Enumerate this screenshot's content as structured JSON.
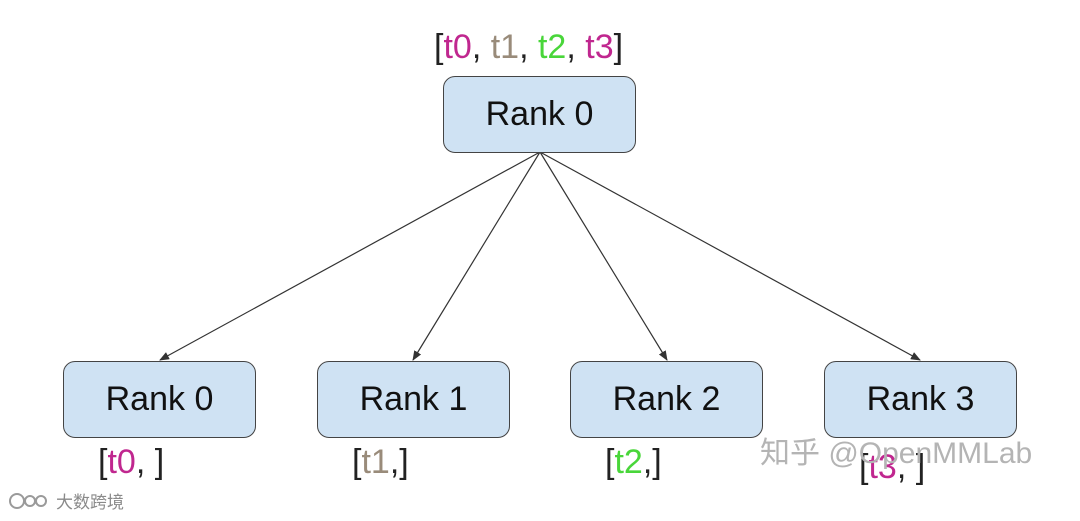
{
  "diagram": {
    "root": {
      "label": "Rank 0",
      "tensors": {
        "open": "[",
        "close": "]",
        "items": [
          {
            "text": "t0",
            "color": "#c0278f"
          },
          {
            "text": "t1",
            "color": "#998b7a"
          },
          {
            "text": "t2",
            "color": "#49d63a"
          },
          {
            "text": "t3",
            "color": "#c0278f"
          }
        ]
      }
    },
    "children": [
      {
        "label": "Rank 0",
        "tensor_text": "t0",
        "tensor_color": "#c0278f",
        "open": "[",
        "suffix": ", ]"
      },
      {
        "label": "Rank 1",
        "tensor_text": "t1",
        "tensor_color": "#998b7a",
        "open": "[",
        "suffix": ",]"
      },
      {
        "label": "Rank 2",
        "tensor_text": "t2",
        "tensor_color": "#49d63a",
        "open": "[",
        "suffix": ",]"
      },
      {
        "label": "Rank 3",
        "tensor_text": "t3",
        "tensor_color": "#c0278f",
        "open": "[",
        "suffix": ", ]"
      }
    ],
    "node_fill": "#cfe2f3",
    "edge_color": "#333333"
  },
  "watermarks": {
    "zhihu": "知乎 @OpenMMLab",
    "bottom_left": "大数跨境"
  }
}
